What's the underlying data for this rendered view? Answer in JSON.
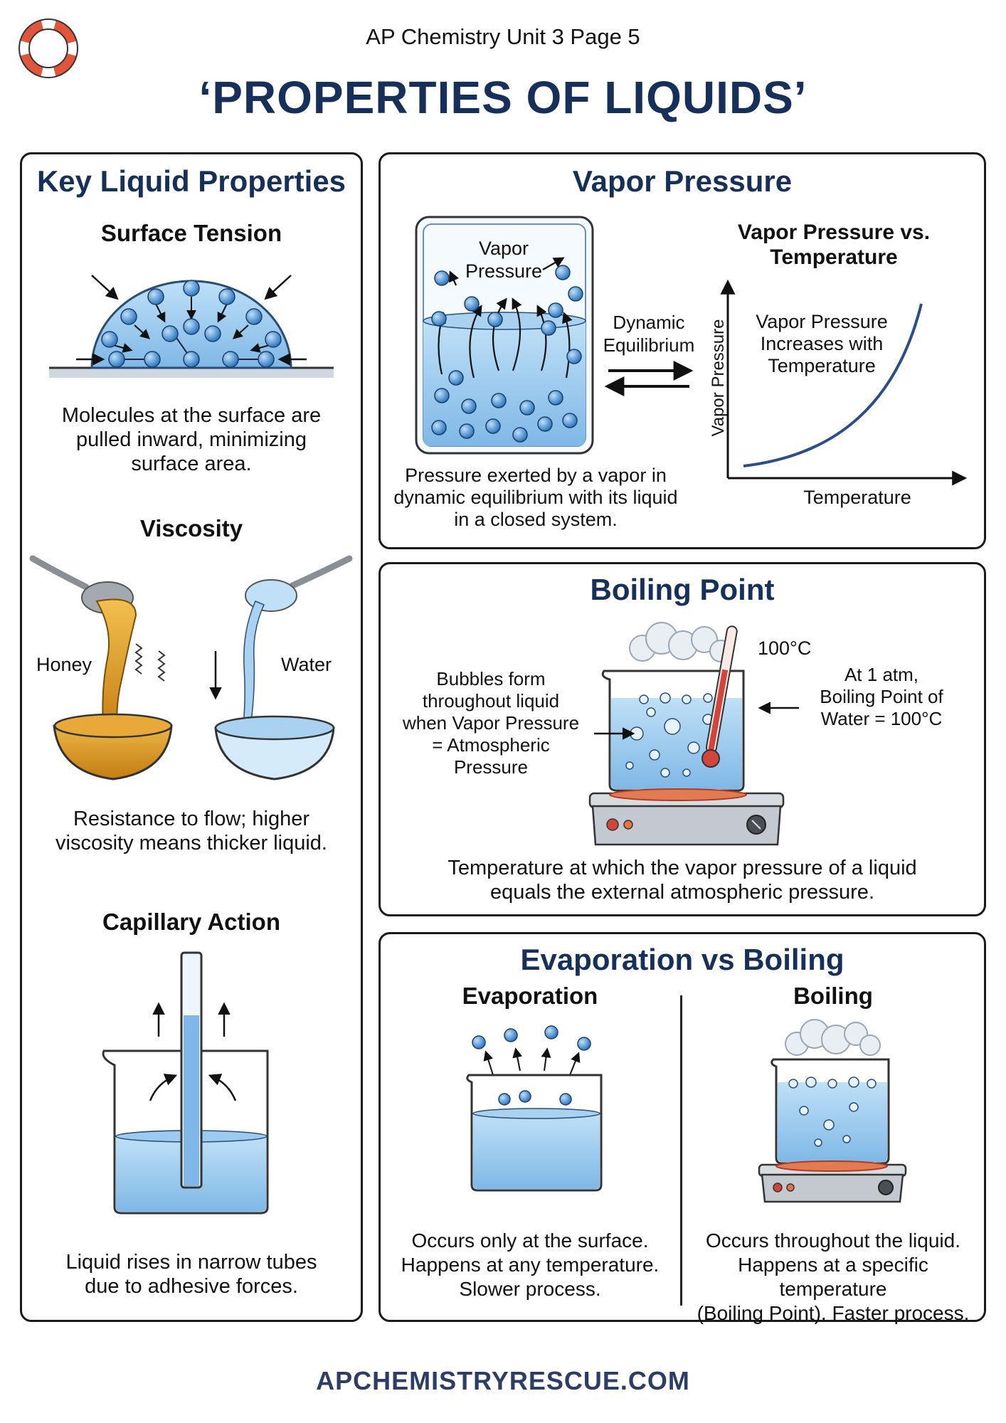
{
  "header": {
    "subtitle": "AP Chemistry Unit 3 Page 5",
    "title": "‘PROPERTIES OF LIQUIDS’",
    "logo_icon": "life-ring-icon"
  },
  "colors": {
    "title_navy": "#16305a",
    "liquid_blue": "#a9d2f0",
    "molecule_blue": "#3f86c9",
    "honey": "#d9951f",
    "heater_red": "#d2453a",
    "footer_navy": "#2c3e66"
  },
  "left_panel": {
    "title": "Key Liquid Properties",
    "surface_tension": {
      "title": "Surface Tension",
      "desc_lines": [
        "Molecules at the surface are",
        "pulled inward, minimizing",
        "surface area."
      ]
    },
    "viscosity": {
      "title": "Viscosity",
      "honey_label": "Honey",
      "water_label": "Water",
      "desc_lines": [
        "Resistance to flow; higher",
        "viscosity means thicker liquid."
      ]
    },
    "capillary": {
      "title": "Capillary Action",
      "desc_lines": [
        "Liquid rises in narrow tubes",
        "due to adhesive forces."
      ]
    }
  },
  "vapor_panel": {
    "title": "Vapor Pressure",
    "container_label_lines": [
      "Vapor",
      "Pressure"
    ],
    "equilibrium_lines": [
      "Dynamic",
      "Equilibrium"
    ],
    "desc_lines": [
      "Pressure exerted by a vapor in",
      "dynamic equilibrium with its liquid",
      "in a closed system."
    ],
    "graph": {
      "title_lines": [
        "Vapor Pressure vs.",
        "Temperature"
      ],
      "annotation_lines": [
        "Vapor Pressure",
        "Increases with",
        "Temperature"
      ],
      "xlabel": "Temperature",
      "ylabel": "Vapor Pressure"
    }
  },
  "boiling_panel": {
    "title": "Boiling Point",
    "left_label_lines": [
      "Bubbles form",
      "throughout liquid",
      "when Vapor Pressure",
      "= Atmospheric",
      "Pressure"
    ],
    "thermometer_label": "100°C",
    "right_label_lines": [
      "At 1 atm,",
      "Boiling Point of",
      "Water = 100°C"
    ],
    "desc_lines": [
      "Temperature at which the vapor pressure of a liquid",
      "equals the external atmospheric pressure."
    ]
  },
  "evap_panel": {
    "title": "Evaporation vs Boiling",
    "evaporation": {
      "title": "Evaporation",
      "desc_lines": [
        "Occurs only at the surface.",
        "Happens at any temperature.",
        "Slower process."
      ]
    },
    "boiling": {
      "title": "Boiling",
      "desc_lines": [
        "Occurs throughout the liquid.",
        "Happens at a specific temperature",
        "(Boiling Point). Faster process."
      ]
    }
  },
  "footer": {
    "site": "APCHEMISTRYRESCUE.COM"
  }
}
